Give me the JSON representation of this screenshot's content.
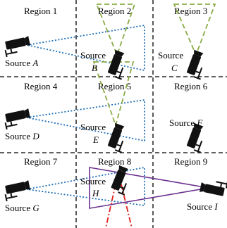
{
  "regions": [
    {
      "label": "Region 1"
    },
    {
      "label": "Region 2"
    },
    {
      "label": "Region 3"
    },
    {
      "label": "Region 4"
    },
    {
      "label": "Region 5"
    },
    {
      "label": "Region 6"
    },
    {
      "label": "Region 7"
    },
    {
      "label": "Region 8"
    },
    {
      "label": "Region 9"
    }
  ],
  "sources": [
    {
      "prefix": "Source",
      "letter": "A"
    },
    {
      "prefix": "Source",
      "letter": "B"
    },
    {
      "prefix": "Source",
      "letter": "C"
    },
    {
      "prefix": "Source",
      "letter": "D"
    },
    {
      "prefix": "Source",
      "letter": "E"
    },
    {
      "prefix": "Source",
      "letter": "F"
    },
    {
      "prefix": "Source",
      "letter": "G"
    },
    {
      "prefix": "Source",
      "letter": "H"
    },
    {
      "prefix": "Source",
      "letter": "I"
    }
  ],
  "colors": {
    "grid": "#000000",
    "fov_dotted_blue": "#1f6fb5",
    "fov_dashed_green": "#8aab45",
    "fov_solid_purple": "#6b2f8e",
    "fov_dashdot_red": "#e0201c",
    "camera": "#111111"
  },
  "icons": {
    "camera": "cctv-camera-icon"
  }
}
